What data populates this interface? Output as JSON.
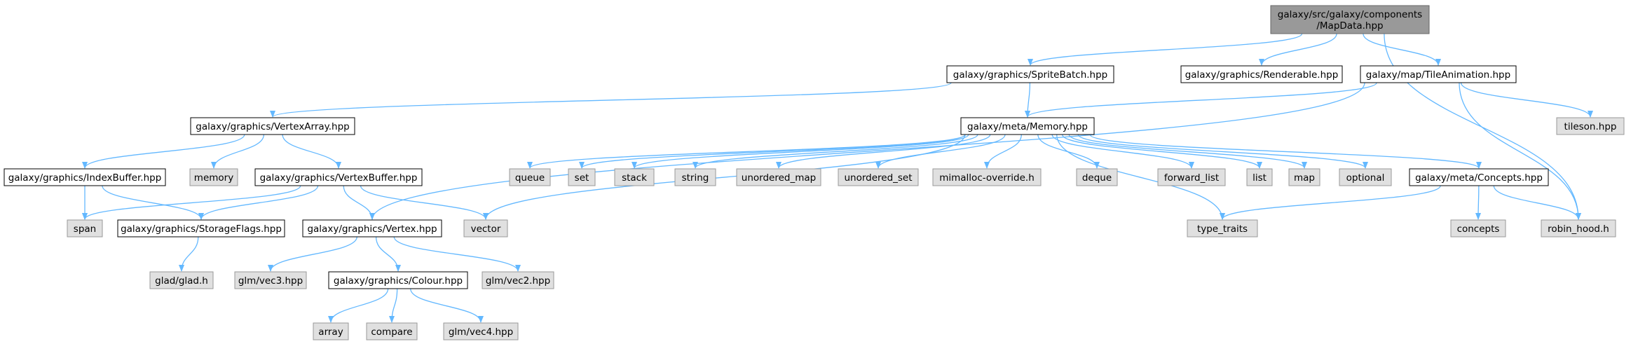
{
  "colors": {
    "root_fill": "#999999",
    "root_stroke": "#666666",
    "header_fill": "#ffffff",
    "header_stroke": "#000000",
    "system_fill": "#e0e0e0",
    "system_stroke": "#999999",
    "edge": "#63b8ff"
  },
  "nodes": [
    {
      "id": "root",
      "kind": "root",
      "lines": [
        "galaxy/src/galaxy/components",
        "/MapData.hpp"
      ]
    },
    {
      "id": "spritebatch",
      "kind": "header",
      "lines": [
        "galaxy/graphics/SpriteBatch.hpp"
      ]
    },
    {
      "id": "renderable",
      "kind": "header",
      "lines": [
        "galaxy/graphics/Renderable.hpp"
      ]
    },
    {
      "id": "tileanimation",
      "kind": "header",
      "lines": [
        "galaxy/map/TileAnimation.hpp"
      ]
    },
    {
      "id": "vertexarray",
      "kind": "header",
      "lines": [
        "galaxy/graphics/VertexArray.hpp"
      ]
    },
    {
      "id": "memory_hpp",
      "kind": "header",
      "lines": [
        "galaxy/meta/Memory.hpp"
      ]
    },
    {
      "id": "tileson",
      "kind": "system",
      "lines": [
        "tileson.hpp"
      ]
    },
    {
      "id": "indexbuffer",
      "kind": "header",
      "lines": [
        "galaxy/graphics/IndexBuffer.hpp"
      ]
    },
    {
      "id": "memory",
      "kind": "system",
      "lines": [
        "memory"
      ]
    },
    {
      "id": "vertexbuffer",
      "kind": "header",
      "lines": [
        "galaxy/graphics/VertexBuffer.hpp"
      ]
    },
    {
      "id": "queue",
      "kind": "system",
      "lines": [
        "queue"
      ]
    },
    {
      "id": "set",
      "kind": "system",
      "lines": [
        "set"
      ]
    },
    {
      "id": "stack",
      "kind": "system",
      "lines": [
        "stack"
      ]
    },
    {
      "id": "string",
      "kind": "system",
      "lines": [
        "string"
      ]
    },
    {
      "id": "unordered_map",
      "kind": "system",
      "lines": [
        "unordered_map"
      ]
    },
    {
      "id": "unordered_set",
      "kind": "system",
      "lines": [
        "unordered_set"
      ]
    },
    {
      "id": "mimalloc",
      "kind": "system",
      "lines": [
        "mimalloc-override.h"
      ]
    },
    {
      "id": "deque",
      "kind": "system",
      "lines": [
        "deque"
      ]
    },
    {
      "id": "forward_list",
      "kind": "system",
      "lines": [
        "forward_list"
      ]
    },
    {
      "id": "list",
      "kind": "system",
      "lines": [
        "list"
      ]
    },
    {
      "id": "map",
      "kind": "system",
      "lines": [
        "map"
      ]
    },
    {
      "id": "optional",
      "kind": "system",
      "lines": [
        "optional"
      ]
    },
    {
      "id": "concepts_hpp",
      "kind": "header",
      "lines": [
        "galaxy/meta/Concepts.hpp"
      ]
    },
    {
      "id": "span",
      "kind": "system",
      "lines": [
        "span"
      ]
    },
    {
      "id": "storageflags",
      "kind": "header",
      "lines": [
        "galaxy/graphics/StorageFlags.hpp"
      ]
    },
    {
      "id": "vertex",
      "kind": "header",
      "lines": [
        "galaxy/graphics/Vertex.hpp"
      ]
    },
    {
      "id": "vector",
      "kind": "system",
      "lines": [
        "vector"
      ]
    },
    {
      "id": "type_traits",
      "kind": "system",
      "lines": [
        "type_traits"
      ]
    },
    {
      "id": "concepts",
      "kind": "system",
      "lines": [
        "concepts"
      ]
    },
    {
      "id": "robin_hood",
      "kind": "system",
      "lines": [
        "robin_hood.h"
      ]
    },
    {
      "id": "glad",
      "kind": "system",
      "lines": [
        "glad/glad.h"
      ]
    },
    {
      "id": "vec3",
      "kind": "system",
      "lines": [
        "glm/vec3.hpp"
      ]
    },
    {
      "id": "colour",
      "kind": "header",
      "lines": [
        "galaxy/graphics/Colour.hpp"
      ]
    },
    {
      "id": "vec2",
      "kind": "system",
      "lines": [
        "glm/vec2.hpp"
      ]
    },
    {
      "id": "array",
      "kind": "system",
      "lines": [
        "array"
      ]
    },
    {
      "id": "compare",
      "kind": "system",
      "lines": [
        "compare"
      ]
    },
    {
      "id": "vec4",
      "kind": "system",
      "lines": [
        "glm/vec4.hpp"
      ]
    }
  ],
  "edges": [
    {
      "from": "root",
      "to": "spritebatch"
    },
    {
      "from": "root",
      "to": "renderable"
    },
    {
      "from": "root",
      "to": "tileanimation"
    },
    {
      "from": "root",
      "to": "robin_hood"
    },
    {
      "from": "spritebatch",
      "to": "vertexarray"
    },
    {
      "from": "spritebatch",
      "to": "memory_hpp"
    },
    {
      "from": "tileanimation",
      "to": "memory_hpp"
    },
    {
      "from": "tileanimation",
      "to": "vertex"
    },
    {
      "from": "tileanimation",
      "to": "tileson"
    },
    {
      "from": "tileanimation",
      "to": "robin_hood"
    },
    {
      "from": "vertexarray",
      "to": "indexbuffer"
    },
    {
      "from": "vertexarray",
      "to": "memory"
    },
    {
      "from": "vertexarray",
      "to": "vertexbuffer"
    },
    {
      "from": "memory_hpp",
      "to": "vector"
    },
    {
      "from": "memory_hpp",
      "to": "queue"
    },
    {
      "from": "memory_hpp",
      "to": "set"
    },
    {
      "from": "memory_hpp",
      "to": "stack"
    },
    {
      "from": "memory_hpp",
      "to": "string"
    },
    {
      "from": "memory_hpp",
      "to": "unordered_map"
    },
    {
      "from": "memory_hpp",
      "to": "unordered_set"
    },
    {
      "from": "memory_hpp",
      "to": "mimalloc"
    },
    {
      "from": "memory_hpp",
      "to": "deque"
    },
    {
      "from": "memory_hpp",
      "to": "forward_list"
    },
    {
      "from": "memory_hpp",
      "to": "list"
    },
    {
      "from": "memory_hpp",
      "to": "map"
    },
    {
      "from": "memory_hpp",
      "to": "optional"
    },
    {
      "from": "memory_hpp",
      "to": "concepts_hpp"
    },
    {
      "from": "memory_hpp",
      "to": "type_traits"
    },
    {
      "from": "indexbuffer",
      "to": "span"
    },
    {
      "from": "indexbuffer",
      "to": "storageflags"
    },
    {
      "from": "vertexbuffer",
      "to": "span"
    },
    {
      "from": "vertexbuffer",
      "to": "storageflags"
    },
    {
      "from": "vertexbuffer",
      "to": "vertex"
    },
    {
      "from": "vertexbuffer",
      "to": "vector"
    },
    {
      "from": "concepts_hpp",
      "to": "type_traits"
    },
    {
      "from": "concepts_hpp",
      "to": "concepts"
    },
    {
      "from": "concepts_hpp",
      "to": "robin_hood"
    },
    {
      "from": "storageflags",
      "to": "glad"
    },
    {
      "from": "vertex",
      "to": "vec3"
    },
    {
      "from": "vertex",
      "to": "colour"
    },
    {
      "from": "vertex",
      "to": "vec2"
    },
    {
      "from": "colour",
      "to": "array"
    },
    {
      "from": "colour",
      "to": "compare"
    },
    {
      "from": "colour",
      "to": "vec4"
    }
  ]
}
